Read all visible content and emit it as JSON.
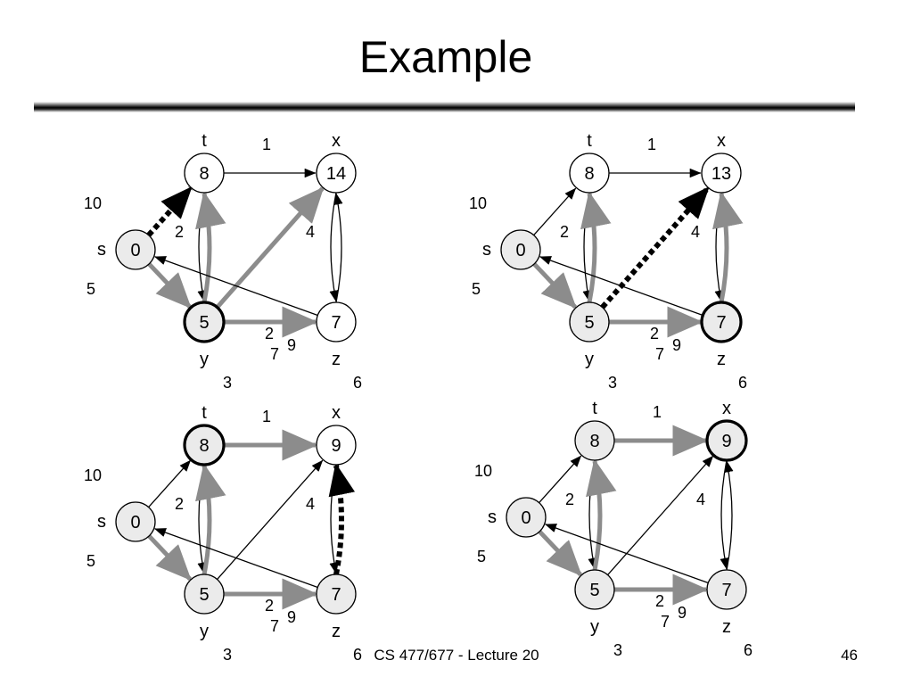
{
  "title": "Example",
  "footer": "CS 477/677 - Lecture 20",
  "page_number": "46",
  "colors": {
    "gray_edge": "#8c8c8c",
    "black": "#000000",
    "node_fill_gray": "#ebebeb",
    "node_fill_white": "#ffffff"
  },
  "panels": [
    {
      "nodes": [
        {
          "id": "s",
          "name": "s",
          "value": "0",
          "fill": "gray",
          "bold": false
        },
        {
          "id": "t",
          "name": "t",
          "value": "8",
          "fill": "white",
          "bold": false
        },
        {
          "id": "x",
          "name": "x",
          "value": "14",
          "fill": "white",
          "bold": false
        },
        {
          "id": "y",
          "name": "y",
          "value": "5",
          "fill": "gray",
          "bold": true
        },
        {
          "id": "z",
          "name": "z",
          "value": "7",
          "fill": "white",
          "bold": false
        }
      ],
      "edges": [
        {
          "from": "s",
          "to": "t",
          "weight": "10",
          "style": "dashed-black"
        },
        {
          "from": "s",
          "to": "y",
          "weight": "5",
          "style": "gray"
        },
        {
          "from": "t",
          "to": "x",
          "weight": "1",
          "style": "thin"
        },
        {
          "from": "t",
          "to": "y",
          "weight": "2",
          "style": "thin"
        },
        {
          "from": "y",
          "to": "t",
          "weight": "3",
          "style": "gray"
        },
        {
          "from": "y",
          "to": "x",
          "weight": "9",
          "style": "gray"
        },
        {
          "from": "y",
          "to": "z",
          "weight": "2",
          "style": "gray"
        },
        {
          "from": "x",
          "to": "z",
          "weight": "4",
          "style": "thin"
        },
        {
          "from": "z",
          "to": "x",
          "weight": "6",
          "style": "thin"
        },
        {
          "from": "z",
          "to": "s",
          "weight": "7",
          "style": "thin"
        }
      ]
    },
    {
      "nodes": [
        {
          "id": "s",
          "name": "s",
          "value": "0",
          "fill": "gray",
          "bold": false
        },
        {
          "id": "t",
          "name": "t",
          "value": "8",
          "fill": "white",
          "bold": false
        },
        {
          "id": "x",
          "name": "x",
          "value": "13",
          "fill": "white",
          "bold": false
        },
        {
          "id": "y",
          "name": "y",
          "value": "5",
          "fill": "gray",
          "bold": false
        },
        {
          "id": "z",
          "name": "z",
          "value": "7",
          "fill": "gray",
          "bold": true
        }
      ],
      "edges": [
        {
          "from": "s",
          "to": "t",
          "weight": "10",
          "style": "thin"
        },
        {
          "from": "s",
          "to": "y",
          "weight": "5",
          "style": "gray"
        },
        {
          "from": "t",
          "to": "x",
          "weight": "1",
          "style": "thin"
        },
        {
          "from": "t",
          "to": "y",
          "weight": "2",
          "style": "thin"
        },
        {
          "from": "y",
          "to": "t",
          "weight": "3",
          "style": "gray"
        },
        {
          "from": "y",
          "to": "x",
          "weight": "9",
          "style": "dashed-black"
        },
        {
          "from": "y",
          "to": "z",
          "weight": "2",
          "style": "gray"
        },
        {
          "from": "x",
          "to": "z",
          "weight": "4",
          "style": "thin"
        },
        {
          "from": "z",
          "to": "x",
          "weight": "6",
          "style": "gray"
        },
        {
          "from": "z",
          "to": "s",
          "weight": "7",
          "style": "thin"
        }
      ]
    },
    {
      "nodes": [
        {
          "id": "s",
          "name": "s",
          "value": "0",
          "fill": "gray",
          "bold": false
        },
        {
          "id": "t",
          "name": "t",
          "value": "8",
          "fill": "gray",
          "bold": true
        },
        {
          "id": "x",
          "name": "x",
          "value": "9",
          "fill": "white",
          "bold": false
        },
        {
          "id": "y",
          "name": "y",
          "value": "5",
          "fill": "gray",
          "bold": false
        },
        {
          "id": "z",
          "name": "z",
          "value": "7",
          "fill": "gray",
          "bold": false
        }
      ],
      "edges": [
        {
          "from": "s",
          "to": "t",
          "weight": "10",
          "style": "thin"
        },
        {
          "from": "s",
          "to": "y",
          "weight": "5",
          "style": "gray"
        },
        {
          "from": "t",
          "to": "x",
          "weight": "1",
          "style": "gray"
        },
        {
          "from": "t",
          "to": "y",
          "weight": "2",
          "style": "thin"
        },
        {
          "from": "y",
          "to": "t",
          "weight": "3",
          "style": "gray"
        },
        {
          "from": "y",
          "to": "x",
          "weight": "9",
          "style": "thin"
        },
        {
          "from": "y",
          "to": "z",
          "weight": "2",
          "style": "gray"
        },
        {
          "from": "x",
          "to": "z",
          "weight": "4",
          "style": "thin"
        },
        {
          "from": "z",
          "to": "x",
          "weight": "6",
          "style": "dashed-black"
        },
        {
          "from": "z",
          "to": "s",
          "weight": "7",
          "style": "thin"
        }
      ]
    },
    {
      "nodes": [
        {
          "id": "s",
          "name": "s",
          "value": "0",
          "fill": "gray",
          "bold": false
        },
        {
          "id": "t",
          "name": "t",
          "value": "8",
          "fill": "gray",
          "bold": false
        },
        {
          "id": "x",
          "name": "x",
          "value": "9",
          "fill": "gray",
          "bold": true
        },
        {
          "id": "y",
          "name": "y",
          "value": "5",
          "fill": "gray",
          "bold": false
        },
        {
          "id": "z",
          "name": "z",
          "value": "7",
          "fill": "gray",
          "bold": false
        }
      ],
      "edges": [
        {
          "from": "s",
          "to": "t",
          "weight": "10",
          "style": "thin"
        },
        {
          "from": "s",
          "to": "y",
          "weight": "5",
          "style": "gray"
        },
        {
          "from": "t",
          "to": "x",
          "weight": "1",
          "style": "gray"
        },
        {
          "from": "t",
          "to": "y",
          "weight": "2",
          "style": "thin"
        },
        {
          "from": "y",
          "to": "t",
          "weight": "3",
          "style": "gray"
        },
        {
          "from": "y",
          "to": "x",
          "weight": "9",
          "style": "thin"
        },
        {
          "from": "y",
          "to": "z",
          "weight": "2",
          "style": "gray"
        },
        {
          "from": "x",
          "to": "z",
          "weight": "4",
          "style": "thin"
        },
        {
          "from": "z",
          "to": "x",
          "weight": "6",
          "style": "thin"
        },
        {
          "from": "z",
          "to": "s",
          "weight": "7",
          "style": "thin"
        }
      ]
    }
  ]
}
